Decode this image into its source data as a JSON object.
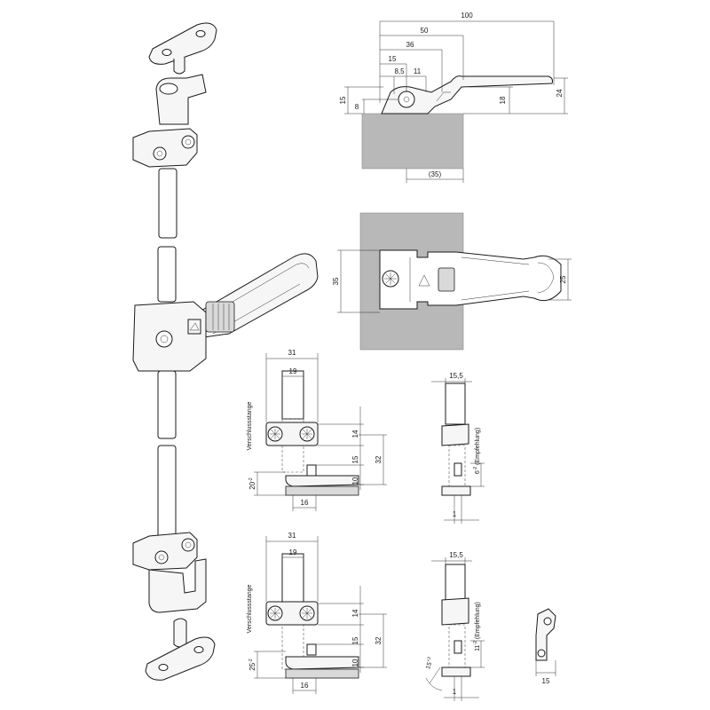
{
  "top_view": {
    "dims": {
      "d100": "100",
      "d50": "50",
      "d36": "36",
      "d15": "15",
      "d8_5": "8,5",
      "d11": "11",
      "d15v": "15",
      "d8v": "8",
      "d18v": "18",
      "d24v": "24",
      "d35p": "(35)"
    }
  },
  "front_view": {
    "dims": {
      "d35": "35",
      "d25": "25"
    }
  },
  "lower_upper": {
    "dims": {
      "d31": "31",
      "d19": "19",
      "d14": "14",
      "d15": "15",
      "d32": "32",
      "d10": "10",
      "d16": "16",
      "d20": "20",
      "d20_tol": "-2"
    },
    "rod_label": "Verschlussstange"
  },
  "side_upper": {
    "dims": {
      "d15_5": "15,5",
      "d6": "6",
      "d6_tol": "-2",
      "d1": "1"
    },
    "recommend_label": "(Empfehlung)"
  },
  "lower_lower": {
    "dims": {
      "d31": "31",
      "d19": "19",
      "d14": "14",
      "d15": "15",
      "d32": "32",
      "d10": "10",
      "d16": "16",
      "d25": "25",
      "d25_tol": "-2"
    },
    "rod_label": "Verschlussstange"
  },
  "side_lower": {
    "dims": {
      "d15_5": "15,5",
      "d11": "11",
      "d11_tol": "-2",
      "d1": "1",
      "angle": "15",
      "angle_tol": "+2"
    },
    "recommend_label": "(Empfehlung)"
  },
  "small_view": {
    "dims": {
      "d15": "15"
    }
  }
}
